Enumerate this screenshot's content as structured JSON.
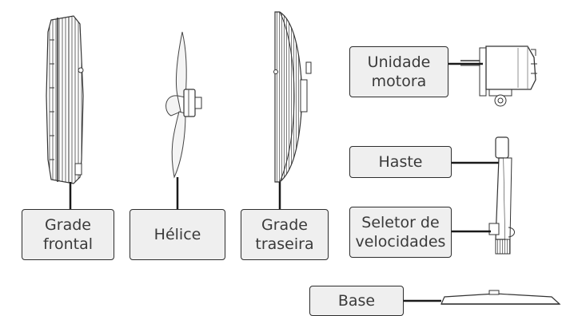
{
  "labels": {
    "grade_frontal": "Grade\nfrontal",
    "helice": "Hélice",
    "grade_traseira": "Grade\ntraseira",
    "unidade_motora": "Unidade\nmotora",
    "haste": "Haste",
    "seletor_de_velocidades": "Seletor de\nvelocidades",
    "base": "Base"
  },
  "colors": {
    "label_fill": "#efefef",
    "stroke": "#2d2d2d",
    "line": "#1a1a1a"
  }
}
